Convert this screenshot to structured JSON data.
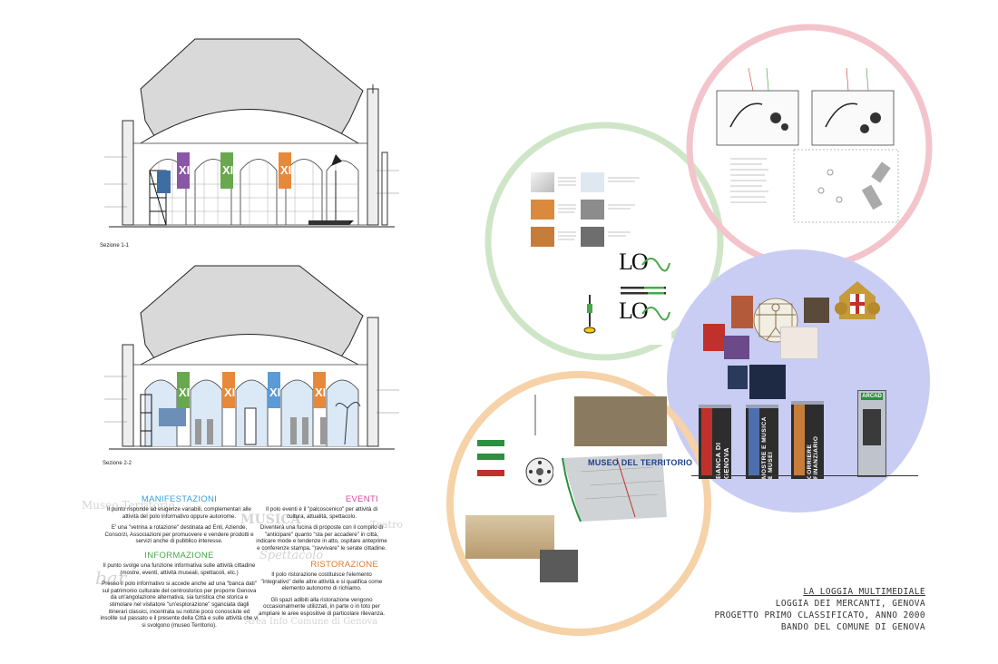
{
  "sections": {
    "section1_label": "Sezione 1-1",
    "section2_label": "Sezione 2-2",
    "banner_text": "XI"
  },
  "programme": {
    "manifestazioni": {
      "title": "MANIFESTAZIONI",
      "color": "#3a9fd0",
      "p1": "Il punto risponde ad esigenze variabili, complementari alle attività del polo informativo oppure autonome.",
      "p2": "E' una \"vetrina a rotazione\" destinata ad Enti, Aziende, Consorzi, Associazioni per promuovere e vendere prodotti e servizi anche di pubblico interesse."
    },
    "eventi": {
      "title": "EVENTI",
      "color": "#d64a9b",
      "p1": "Il polo eventi è il \"palcoscenico\" per attività di cultura, attualità, spettacolo.",
      "p2": "Diventerà una fucina di proposte con il compito di \"anticipare\" quanto \"sta per accadere\" in città, indicare mode e tendenze in atto, ospitare anteprime e conferenze stampa, \"ravvivare\" le serate cittadine."
    },
    "informazione": {
      "title": "INFORMAZIONE",
      "color": "#4aa84a",
      "p1": "Il punto svolge una funzione informativa sulle attività cittadine (mostre, eventi, attività museali, spettacoli, etc.)",
      "p2": "Presso il polo informativo si accede anche ad una \"banca dati\" sul patrimonio culturale del centrostorico per proporre Genova da un'angolazione alternativa, sia turistica che storica e stimolare nel visitatore \"un'esplorazione\" sganciata dagli itinerari classici, incentrata su notizie poco conosciute ed insolite sul passato e il presente della Città e sulle attività che vi si svolgono (museo Territorio)."
    },
    "ristorazione": {
      "title": "RISTORAZIONE",
      "color": "#e07a2a",
      "p1": "Il polo ristorazione costituisce l'elemento \"integrativo\" delle altre attività e si qualifica come elemento autonomo di richiamo.",
      "p2": "Gli spazi adibiti alla ristorazione vengono occasionalmente utilizzati, in parte o in toto per ampliare le aree espositive di particolare rilevanza."
    }
  },
  "watermarks": {
    "museo": "Museo Territorio",
    "musica": "MUSICA",
    "spettacolo": "Spettacolo",
    "bar": "bar",
    "area_info": "Area Info Comune di Genova",
    "teatro": "Teatro"
  },
  "circles": {
    "green": "#cfe5c8",
    "pink": "#f3c4cc",
    "blue": "#c9cdf3",
    "orange": "#f6d2a8"
  },
  "materials": {
    "logo_text": "LO"
  },
  "territorio": {
    "map_title": "MUSEO DEL TERRITORIO"
  },
  "pillars": {
    "p1": "BANCA DI GENOVA",
    "p2": "MOSTRE E MUSICA E MUSEI",
    "p3": "CORRIERE FINANZIARIO",
    "sign": "ARCAD"
  },
  "title_block": {
    "line1": "LA LOGGIA MULTIMEDIALE",
    "line2": "LOGGIA DEI MERCANTI, GENOVA",
    "line3": "PROGETTO PRIMO CLASSIFICATO, ANNO 2000",
    "line4": "BANDO DEL COMUNE DI GENOVA"
  }
}
